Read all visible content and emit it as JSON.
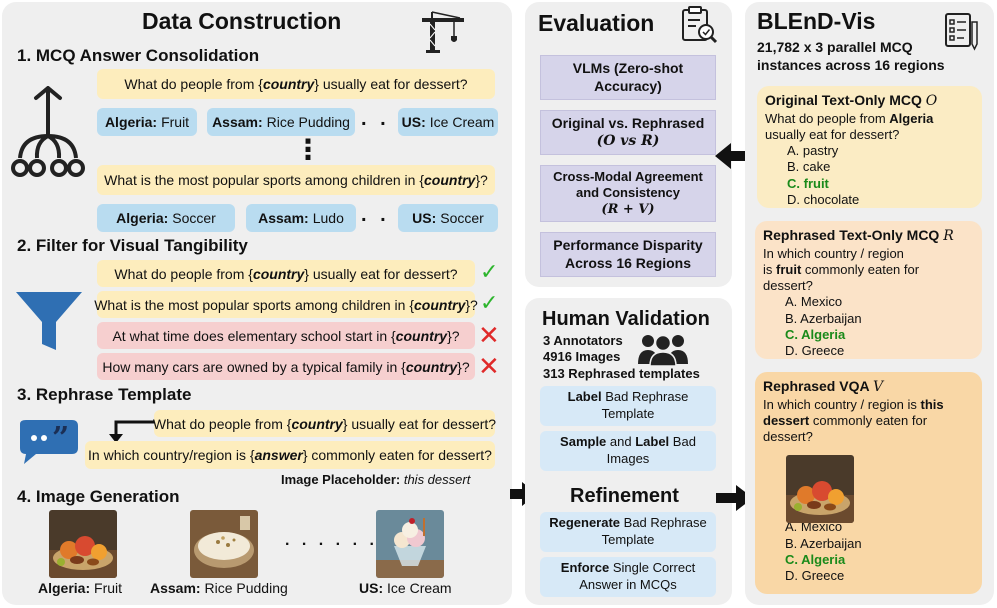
{
  "left": {
    "title": "Data Construction",
    "s1": {
      "title": "1. MCQ Answer Consolidation",
      "q1": "What do people from {country} usually eat for dessert?",
      "q1_pre": "What do people from {",
      "q1_var": "country",
      "q1_post": "} usually eat for dessert?",
      "row1": [
        {
          "region": "Algeria:",
          "answer": "Fruit"
        },
        {
          "region": "Assam:",
          "answer": "Rice Pudding"
        },
        {
          "region": "US:",
          "answer": "Ice Cream"
        }
      ],
      "q2_pre": "What is the most popular sports among children in {",
      "q2_var": "country",
      "q2_post": "}?",
      "row2": [
        {
          "region": "Algeria:",
          "answer": "Soccer"
        },
        {
          "region": "Assam:",
          "answer": "Ludo"
        },
        {
          "region": "US:",
          "answer": "Soccer"
        }
      ],
      "hdots": ". . .",
      "vdots": "⋮"
    },
    "s2": {
      "title": "2. Filter for Visual Tangibility",
      "items": [
        {
          "pre": "What do people from {",
          "var": "country",
          "post": "} usually eat for dessert?",
          "mark": "✓"
        },
        {
          "pre": "What is the most popular sports among children in {",
          "var": "country",
          "post": "}?",
          "mark": "✓"
        },
        {
          "pre": "At what time does elementary school start in {",
          "var": "country",
          "post": "}?",
          "mark": "✕"
        },
        {
          "pre": "How many cars are owned by a typical family in {",
          "var": "country",
          "post": "}?",
          "mark": "✕"
        }
      ]
    },
    "s3": {
      "title": "3. Rephrase Template",
      "orig_pre": "What do people from {",
      "orig_var": "country",
      "orig_post": "} usually eat for dessert?",
      "new_pre": "In which country/region is {",
      "new_var": "answer",
      "new_post": "} commonly eaten for dessert?",
      "placeholder_label": "Image Placeholder:",
      "placeholder_value": "this dessert"
    },
    "s4": {
      "title": "4. Image Generation",
      "captions": [
        {
          "region": "Algeria:",
          "answer": "Fruit"
        },
        {
          "region": "Assam:",
          "answer": "Rice Pudding"
        },
        {
          "region": "US:",
          "answer": "Ice Cream"
        }
      ],
      "dots": ". . . . . ."
    }
  },
  "evaluation": {
    "title": "Evaluation",
    "boxes": [
      {
        "line1": "VLMs (Zero-shot",
        "line2": "Accuracy)"
      },
      {
        "line1": "Original vs. Rephrased",
        "line2": "(O vs R)"
      },
      {
        "line1": "Cross-Modal Agreement",
        "line2": "and Consistency",
        "line3": "(R + V)"
      },
      {
        "line1": "Performance Disparity",
        "line2": "Across 16 Regions"
      }
    ]
  },
  "validation": {
    "title": "Human Validation",
    "stats": [
      "3 Annotators",
      "4916 Images",
      "313 Rephrased templates"
    ],
    "box1_bold": "Label",
    "box1_rest": " Bad Rephrase",
    "box1_line2": "Template",
    "box2_bold1": "Sample",
    "box2_mid": " and ",
    "box2_bold2": "Label",
    "box2_rest": " Bad",
    "box2_line2": "Images",
    "refinement_title": "Refinement",
    "box3_bold": "Regenerate",
    "box3_rest": " Bad Rephrase",
    "box3_line2": "Template",
    "box4_bold": "Enforce",
    "box4_rest": " Single Correct",
    "box4_line2": "Answer in MCQs"
  },
  "blend": {
    "title": "BLEnD-Vis",
    "subtitle1": "21,782 x 3 parallel MCQ",
    "subtitle2": "instances across 16 regions",
    "card1": {
      "title": "Original Text-Only MCQ",
      "symbol": "O",
      "q1": "What do people from ",
      "q_bold": "Algeria",
      "q2": "usually eat for dessert?",
      "options": [
        "A. pastry",
        "B. cake",
        "C. fruit",
        "D. chocolate"
      ]
    },
    "card2": {
      "title": "Rephrased Text-Only MCQ",
      "symbol": "R",
      "q1": "In which country / region",
      "q2_pre": "is ",
      "q2_bold": "fruit",
      "q2_post": " commonly eaten for",
      "q3": "dessert?",
      "options": [
        "A. Mexico",
        "B. Azerbaijan",
        "C. Algeria",
        "D. Greece"
      ]
    },
    "card3": {
      "title": "Rephrased VQA",
      "symbol": "V",
      "q1_pre": "In which country / region is ",
      "q1_bold": "this",
      "q2_bold": "dessert",
      "q2_post": " commonly eaten for",
      "q3": "dessert?",
      "options": [
        "A. Mexico",
        "B. Azerbaijan",
        "C. Algeria",
        "D. Greece"
      ]
    }
  },
  "colors": {
    "panel": "#efefef",
    "yellow": "#fdedbd",
    "red": "#f6cfcf",
    "blue": "#b9dcf0",
    "lavender": "#d6d4ea",
    "lightblue": "#d7e9f7",
    "card1": "#fbecc4",
    "card2": "#fbe3c8",
    "card3": "#f9d7a6",
    "green": "#1a8a1a",
    "check": "#2db52d",
    "cross": "#e02a2a",
    "icon_blue": "#2f6fb3"
  },
  "icons": [
    "tree-icon",
    "crane-icon",
    "funnel-icon",
    "speech-quote-icon",
    "clipboard-search-icon",
    "people-icon",
    "checklist-icon",
    "arrow-icon"
  ]
}
